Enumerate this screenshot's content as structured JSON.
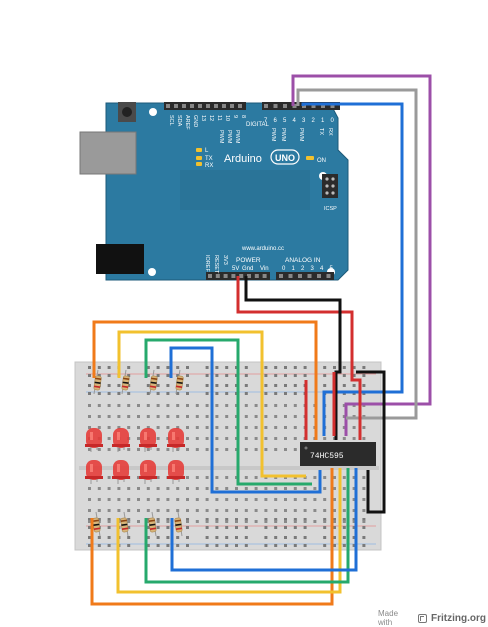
{
  "board": {
    "pins_top_left": [
      "SCL",
      "SDA",
      "AREF",
      "GND",
      "13",
      "12",
      "11",
      "10",
      "9",
      "8"
    ],
    "pwm_top": [
      "PWM",
      "PWM",
      "PWM"
    ],
    "digital_label": "DIGITAL",
    "pins_top_right": [
      "7",
      "6",
      "5",
      "4",
      "3",
      "2",
      "1",
      "0"
    ],
    "pwm_right": [
      "PWM",
      "PWM",
      "PWM"
    ],
    "tx_label": "TX",
    "rx_label": "RX",
    "led_l": "L",
    "led_tx": "TX",
    "led_rx": "RX",
    "name": "Arduino",
    "model": "UNO",
    "on_label": "ON",
    "icsp_label": "ICSP",
    "website": "www.arduino.cc",
    "power_pins": [
      "IOREF",
      "RESET",
      "3V3",
      "5V",
      "Gnd",
      "Vin"
    ],
    "power_label": "POWER",
    "analog_label": "ANALOG IN",
    "analog_pins": [
      "0",
      "1",
      "2",
      "3",
      "4",
      "5"
    ]
  },
  "chip_label": "74HC595",
  "footer": {
    "made_with": "Made with",
    "brand": "Fritzing.org"
  },
  "colors": {
    "board": "#2c7aa1",
    "breadboard": "#d9d9d9",
    "wire_red": "#d32f2f",
    "wire_black": "#111111",
    "wire_blue": "#1f6fd6",
    "wire_gray": "#9a9a9a",
    "wire_purple": "#9c4fa8",
    "wire_orange": "#f07a1a",
    "wire_yellow": "#f2c12e",
    "wire_green": "#26a96c",
    "led": "#e53935"
  }
}
